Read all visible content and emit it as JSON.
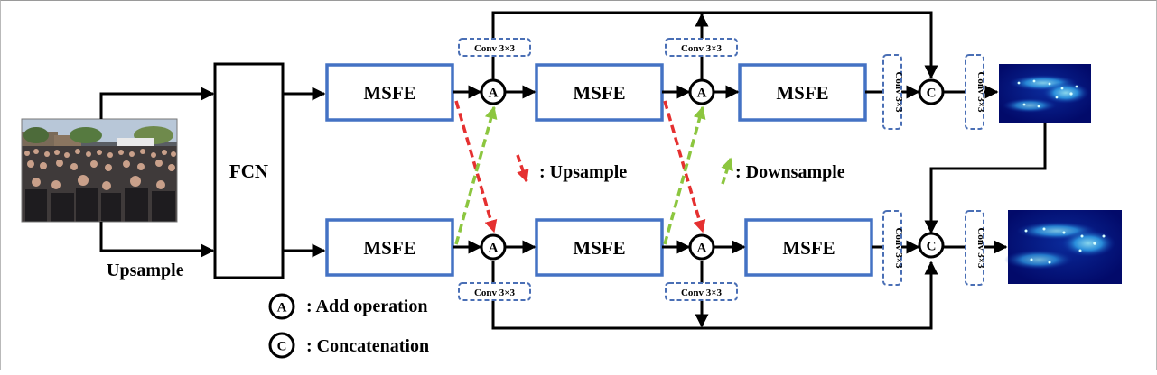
{
  "fcn": {
    "label": "FCN"
  },
  "msfe": {
    "label": "MSFE"
  },
  "add_symbol": "A",
  "concat_symbol": "C",
  "conv_label": "Conv 3×3",
  "input_upsample_label": "Upsample",
  "legend": {
    "upsample_text": ": Upsample",
    "downsample_text": ": Downsample",
    "add_text": ": Add operation",
    "concat_text": ": Concatenation"
  },
  "colors": {
    "block_border": "#4472c4",
    "conv_border": "#4a6fb5",
    "upsample_arrow": "#e53030",
    "downsample_arrow": "#8cc63f",
    "line": "#000000"
  }
}
